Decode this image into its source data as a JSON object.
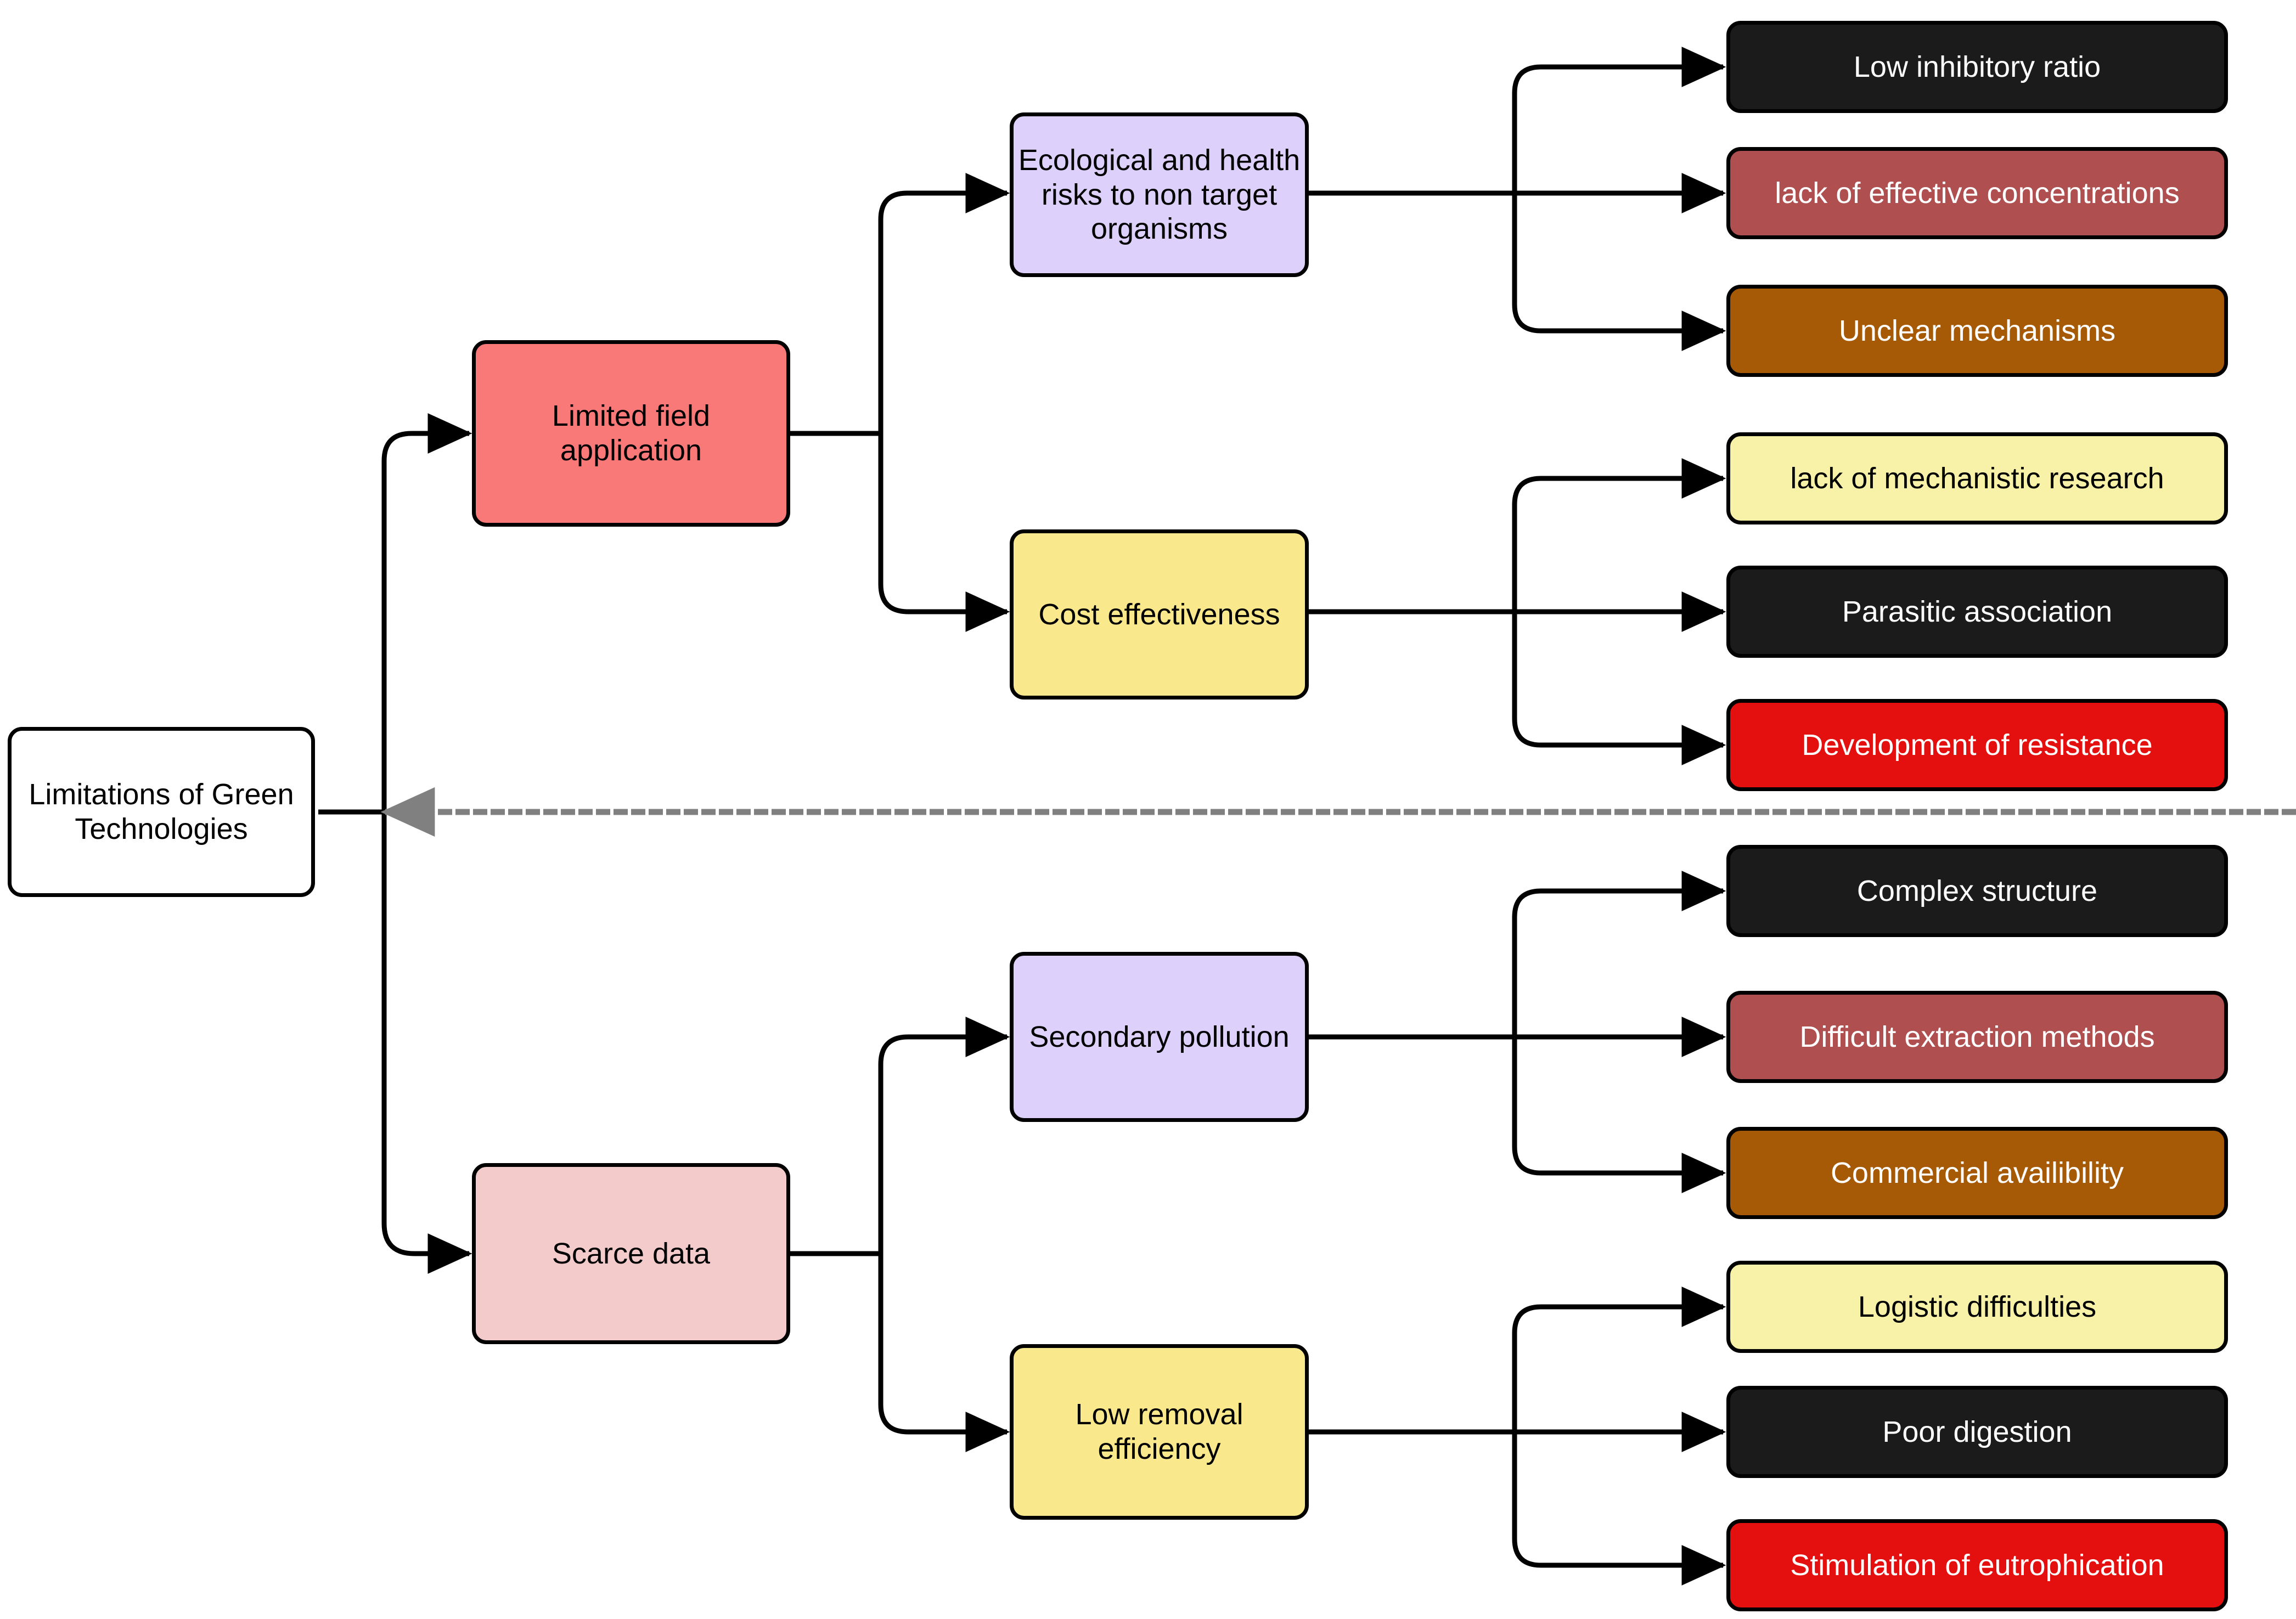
{
  "diagram": {
    "title": "Limitations of Green Technologies",
    "type": "mindmap-tree",
    "orientation": "left-to-right",
    "divider": {
      "style": "dashed",
      "color": "#808080",
      "arrow": "left"
    },
    "colors": {
      "root": "#FFFFFF",
      "limited_field_application": "#F97979",
      "scarce_data": "#F4CBCB",
      "purple": "#DDD0FA",
      "yellow": "#FAE98C",
      "dark": "#1B1B1B",
      "mauve": "#AF4F50",
      "brown": "#A65A06",
      "pale_yellow": "#F7F2A8",
      "red": "#E3100F",
      "stroke": "#000000"
    }
  },
  "root": {
    "label": "Limitations of Green Technologies"
  },
  "branches": [
    {
      "label": "Limited field application",
      "color_key": "limited_field_application",
      "children": [
        {
          "label": "Ecological and health risks to non target organisms",
          "color_key": "purple",
          "leaves": [
            {
              "label": "Low inhibitory ratio",
              "color_key": "dark"
            },
            {
              "label": "lack of effective concentrations",
              "color_key": "mauve"
            },
            {
              "label": "Unclear mechanisms",
              "color_key": "brown"
            }
          ]
        },
        {
          "label": "Cost effectiveness",
          "color_key": "yellow",
          "leaves": [
            {
              "label": "lack of mechanistic research",
              "color_key": "pale_yellow"
            },
            {
              "label": "Parasitic association",
              "color_key": "dark"
            },
            {
              "label": "Development of resistance",
              "color_key": "red"
            }
          ]
        }
      ]
    },
    {
      "label": "Scarce data",
      "color_key": "scarce_data",
      "children": [
        {
          "label": "Secondary pollution",
          "color_key": "purple",
          "leaves": [
            {
              "label": "Complex structure",
              "color_key": "dark"
            },
            {
              "label": "Difficult extraction methods",
              "color_key": "mauve"
            },
            {
              "label": "Commercial availibility",
              "color_key": "brown"
            }
          ]
        },
        {
          "label": "Low removal efficiency",
          "color_key": "yellow",
          "leaves": [
            {
              "label": "Logistic difficulties",
              "color_key": "pale_yellow"
            },
            {
              "label": "Poor digestion",
              "color_key": "dark"
            },
            {
              "label": "Stimulation of eutrophication",
              "color_key": "red"
            }
          ]
        }
      ]
    }
  ]
}
